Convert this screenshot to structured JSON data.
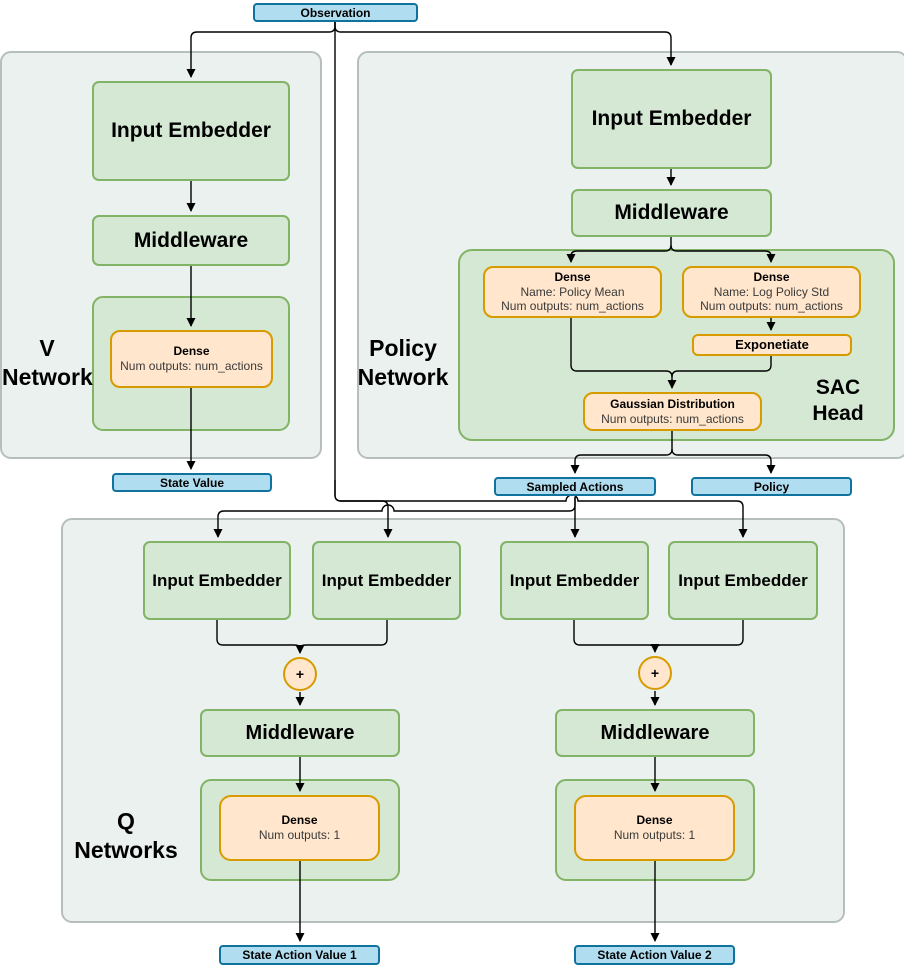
{
  "diagram": {
    "observation": "Observation",
    "v_network": {
      "label_line1": "V",
      "label_line2": "Network",
      "input_embedder": "Input Embedder",
      "middleware": "Middleware",
      "dense": {
        "title": "Dense",
        "outputs": "Num outputs: num_actions"
      },
      "output": "State Value"
    },
    "policy_network": {
      "label_line1": "Policy",
      "label_line2": "Network",
      "input_embedder": "Input Embedder",
      "middleware": "Middleware",
      "sac_head": {
        "label_line1": "SAC",
        "label_line2": "Head",
        "dense_mean": {
          "title": "Dense",
          "name": "Name: Policy Mean",
          "outputs": "Num outputs: num_actions"
        },
        "dense_std": {
          "title": "Dense",
          "name": "Name: Log Policy Std",
          "outputs": "Num outputs: num_actions"
        },
        "exponetiate": "Exponetiate",
        "gaussian": {
          "title": "Gaussian Distribution",
          "outputs": "Num outputs: num_actions"
        }
      },
      "output_sampled_actions": "Sampled Actions",
      "output_policy": "Policy"
    },
    "q_networks": {
      "label_line1": "Q",
      "label_line2": "Networks",
      "input_embedder": "Input Embedder",
      "plus": "+",
      "middleware": "Middleware",
      "dense": {
        "title": "Dense",
        "outputs": "Num outputs: 1"
      },
      "output1": "State Action Value 1",
      "output2": "State Action Value 2"
    },
    "colors": {
      "blue_fill": "#b1ddf0",
      "blue_stroke": "#10739e",
      "green_fill": "#d5e8d4",
      "green_stroke": "#82b366",
      "orange_fill": "#ffe6cc",
      "orange_stroke": "#d79b00",
      "panel_fill": "#eaf1ee",
      "panel_stroke": "#b7bfbc",
      "edge_color": "#000000"
    }
  }
}
